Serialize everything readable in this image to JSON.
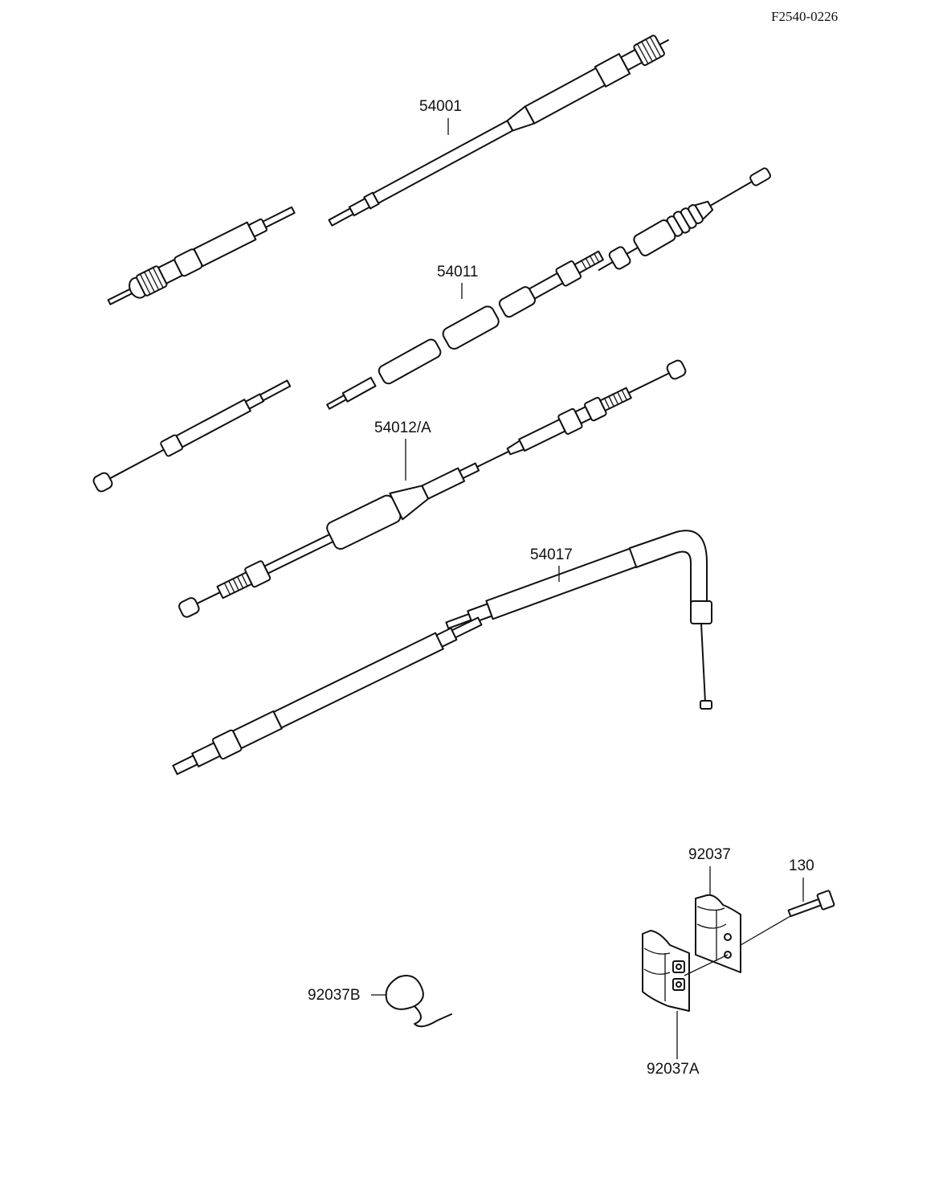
{
  "diagram_code": "F2540-0226",
  "labels": {
    "speedometer_cable": "54001",
    "throttle_cable": "54011",
    "clutch_cable": "54012/A",
    "choke_cable": "54017",
    "clamp_upper": "92037",
    "clamp_lower": "92037A",
    "clip": "92037B",
    "bolt": "130"
  }
}
